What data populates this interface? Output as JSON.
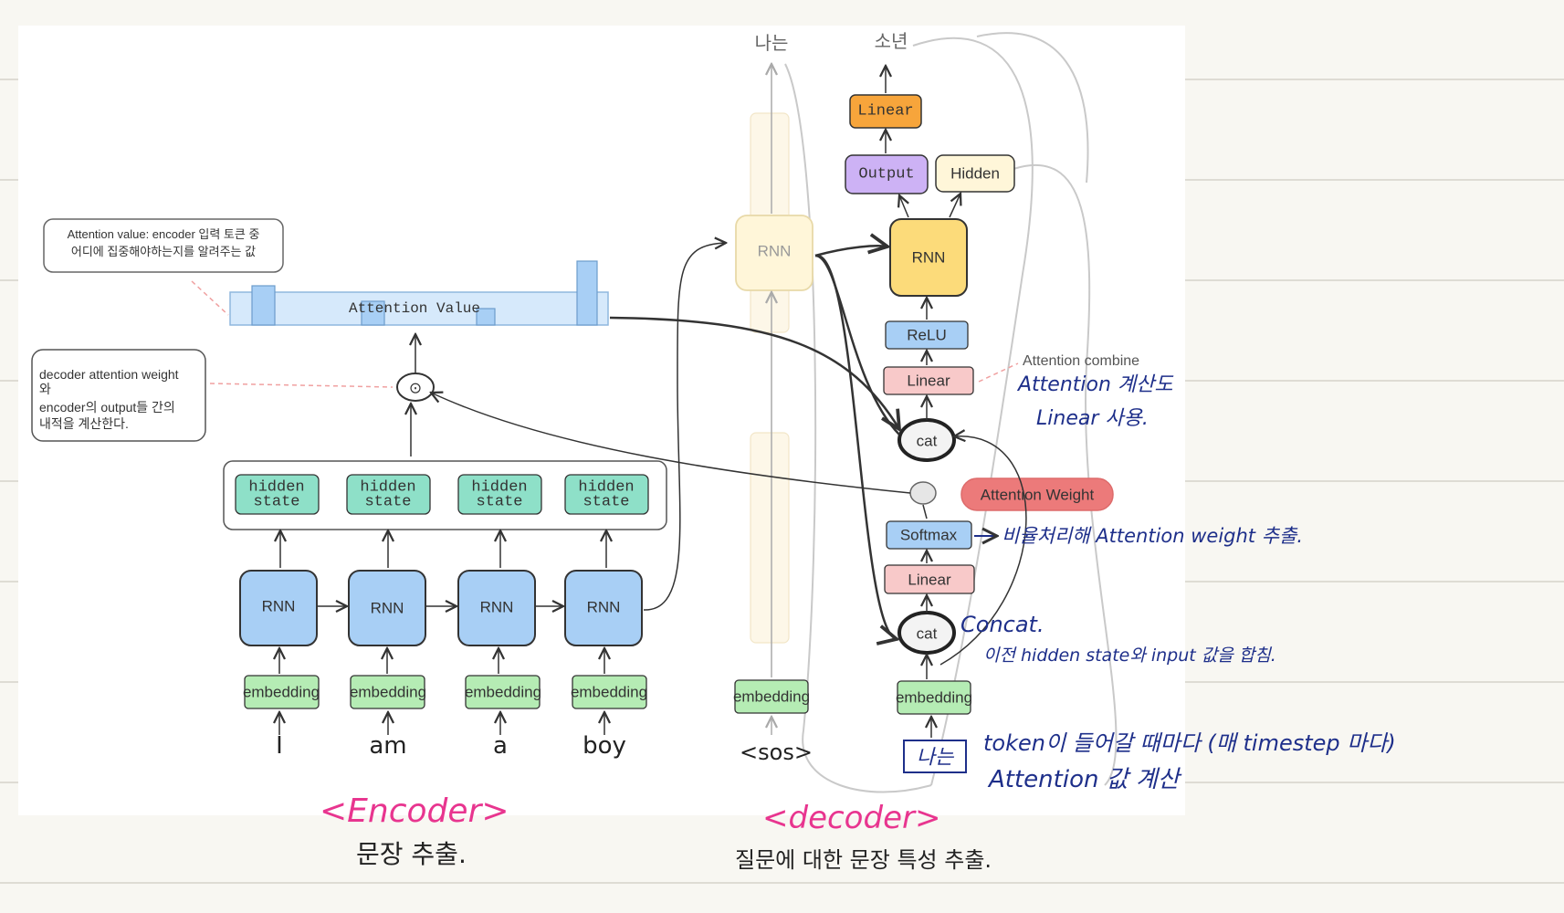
{
  "diagram": {
    "attention_value_note": [
      "Attention value: encoder 입력 토큰 중",
      "어디에 집중해야하는지를 알려주는 값"
    ],
    "attention_value_label": "Attention Value",
    "decoder_weight_note": [
      "decoder attention weight",
      "와",
      "encoder의 output들 간의",
      "내적을 계산한다."
    ],
    "dot_symbol": "⊙",
    "encoder": {
      "hidden_state_label": [
        "hidden",
        "state"
      ],
      "rnn_label": "RNN",
      "embedding_label": "embedding",
      "tokens": [
        "I",
        "am",
        "a",
        "boy"
      ]
    },
    "decoder_left": {
      "rnn_label": "RNN",
      "embedding_label": "embedding",
      "input_token": "<sos>",
      "output_token": "나는"
    },
    "decoder_right": {
      "output_token": "소년",
      "linear_top": "Linear",
      "output_label": "Output",
      "hidden_label": "Hidden",
      "rnn_label": "RNN",
      "relu_label": "ReLU",
      "linear_combine": "Linear",
      "attention_combine_note": "Attention combine",
      "cat_top": "cat",
      "attention_weight_label": "Attention Weight",
      "softmax_label": "Softmax",
      "linear_lower": "Linear",
      "cat_bottom": "cat",
      "embedding_label": "embedding",
      "input_token": "나는"
    },
    "handwritten": {
      "attention_linear": [
        "Attention 계산도",
        "Linear 사용."
      ],
      "softmax_note": "비율처리해 Attention weight 추출.",
      "concat_title": "Concat.",
      "concat_note": "이전 hidden state와 input 값을 합침.",
      "token_note_1": "token이 들어갈 때마다 (매 timestep 마다)",
      "token_note_2": "Attention 값 계산",
      "encoder_title": "<Encoder>",
      "encoder_desc": "문장 추출.",
      "decoder_title": "<decoder>",
      "decoder_desc": "질문에 대한 문장 특성 추출."
    }
  },
  "colors": {
    "rnn_blue": "#a8cff5",
    "green": "#b5ecb4",
    "teal": "#8ee0c8",
    "orange": "#f7a53b",
    "purple": "#cdb2f5",
    "yellow": "#fcdb7a",
    "cream": "#fff6d9",
    "pink": "#f8c9c9",
    "red": "#ec7a7a",
    "handwriting_pink": "#e8358f",
    "handwriting_navy": "#1e2f8a"
  }
}
